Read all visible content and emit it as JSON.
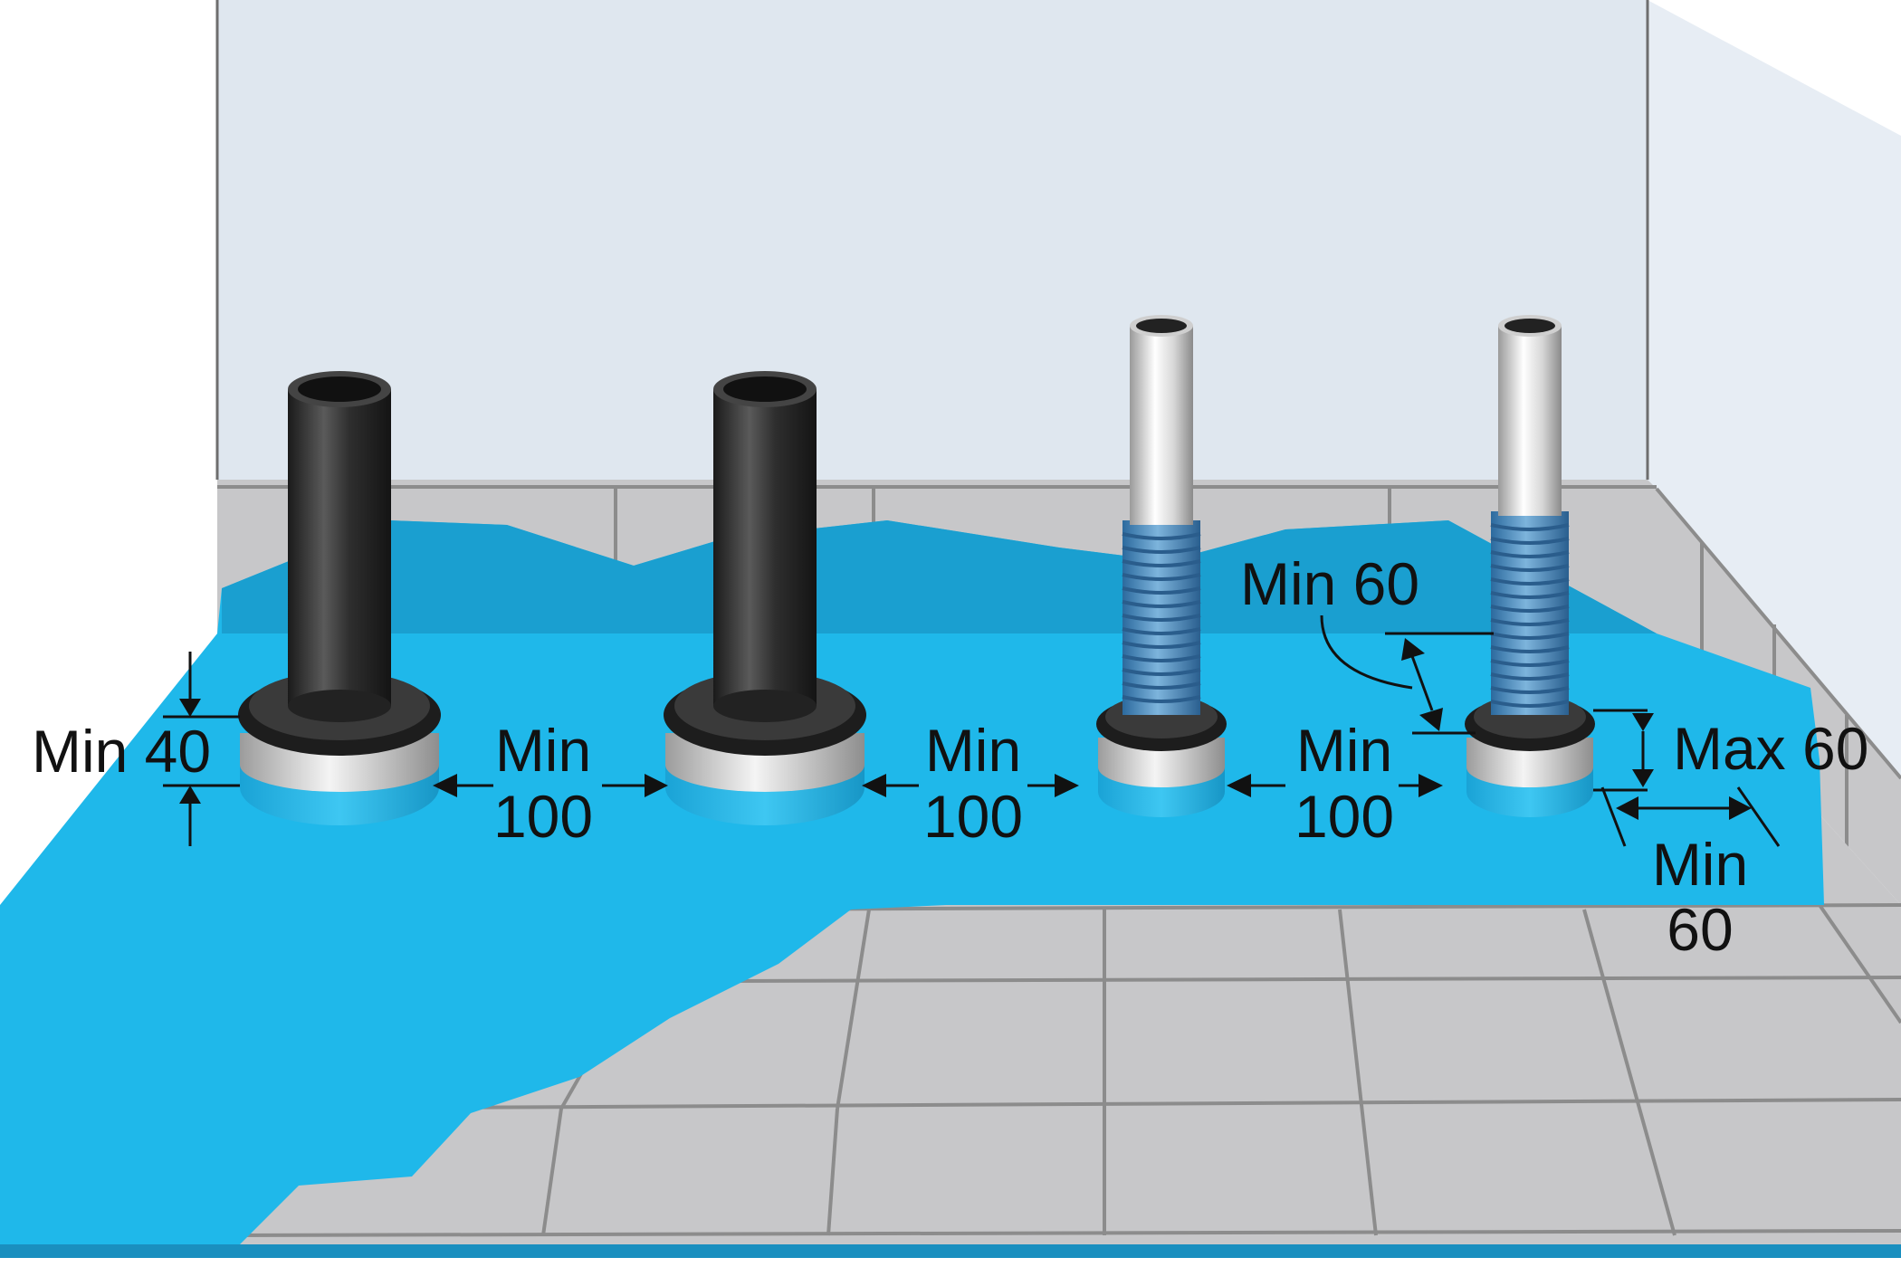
{
  "labels": {
    "collar_height_min": "Min 40",
    "spacing_1_top": "Min",
    "spacing_1_bottom": "100",
    "spacing_2_top": "Min",
    "spacing_2_bottom": "100",
    "spacing_3_top": "Min",
    "spacing_3_bottom": "100",
    "pipe_clearance": "Min 60",
    "max_height": "Max 60",
    "edge_top": "Min",
    "edge_bottom": "60"
  },
  "colors": {
    "wall": "#dfe7ef",
    "wall_side": "#e7edf4",
    "tile": "#c7c7c9",
    "tile_grout": "#8c8c8c",
    "membrane": "#1fb8ea",
    "membrane_dark": "#1a9fd0",
    "pipe_black": "#2b2b2b",
    "pipe_white": "#e9e9e9",
    "corrugated": "#4a8fc4",
    "collar_black": "#1d1d1d",
    "collar_silver": "#d8d8d8",
    "dimension": "#111111"
  }
}
